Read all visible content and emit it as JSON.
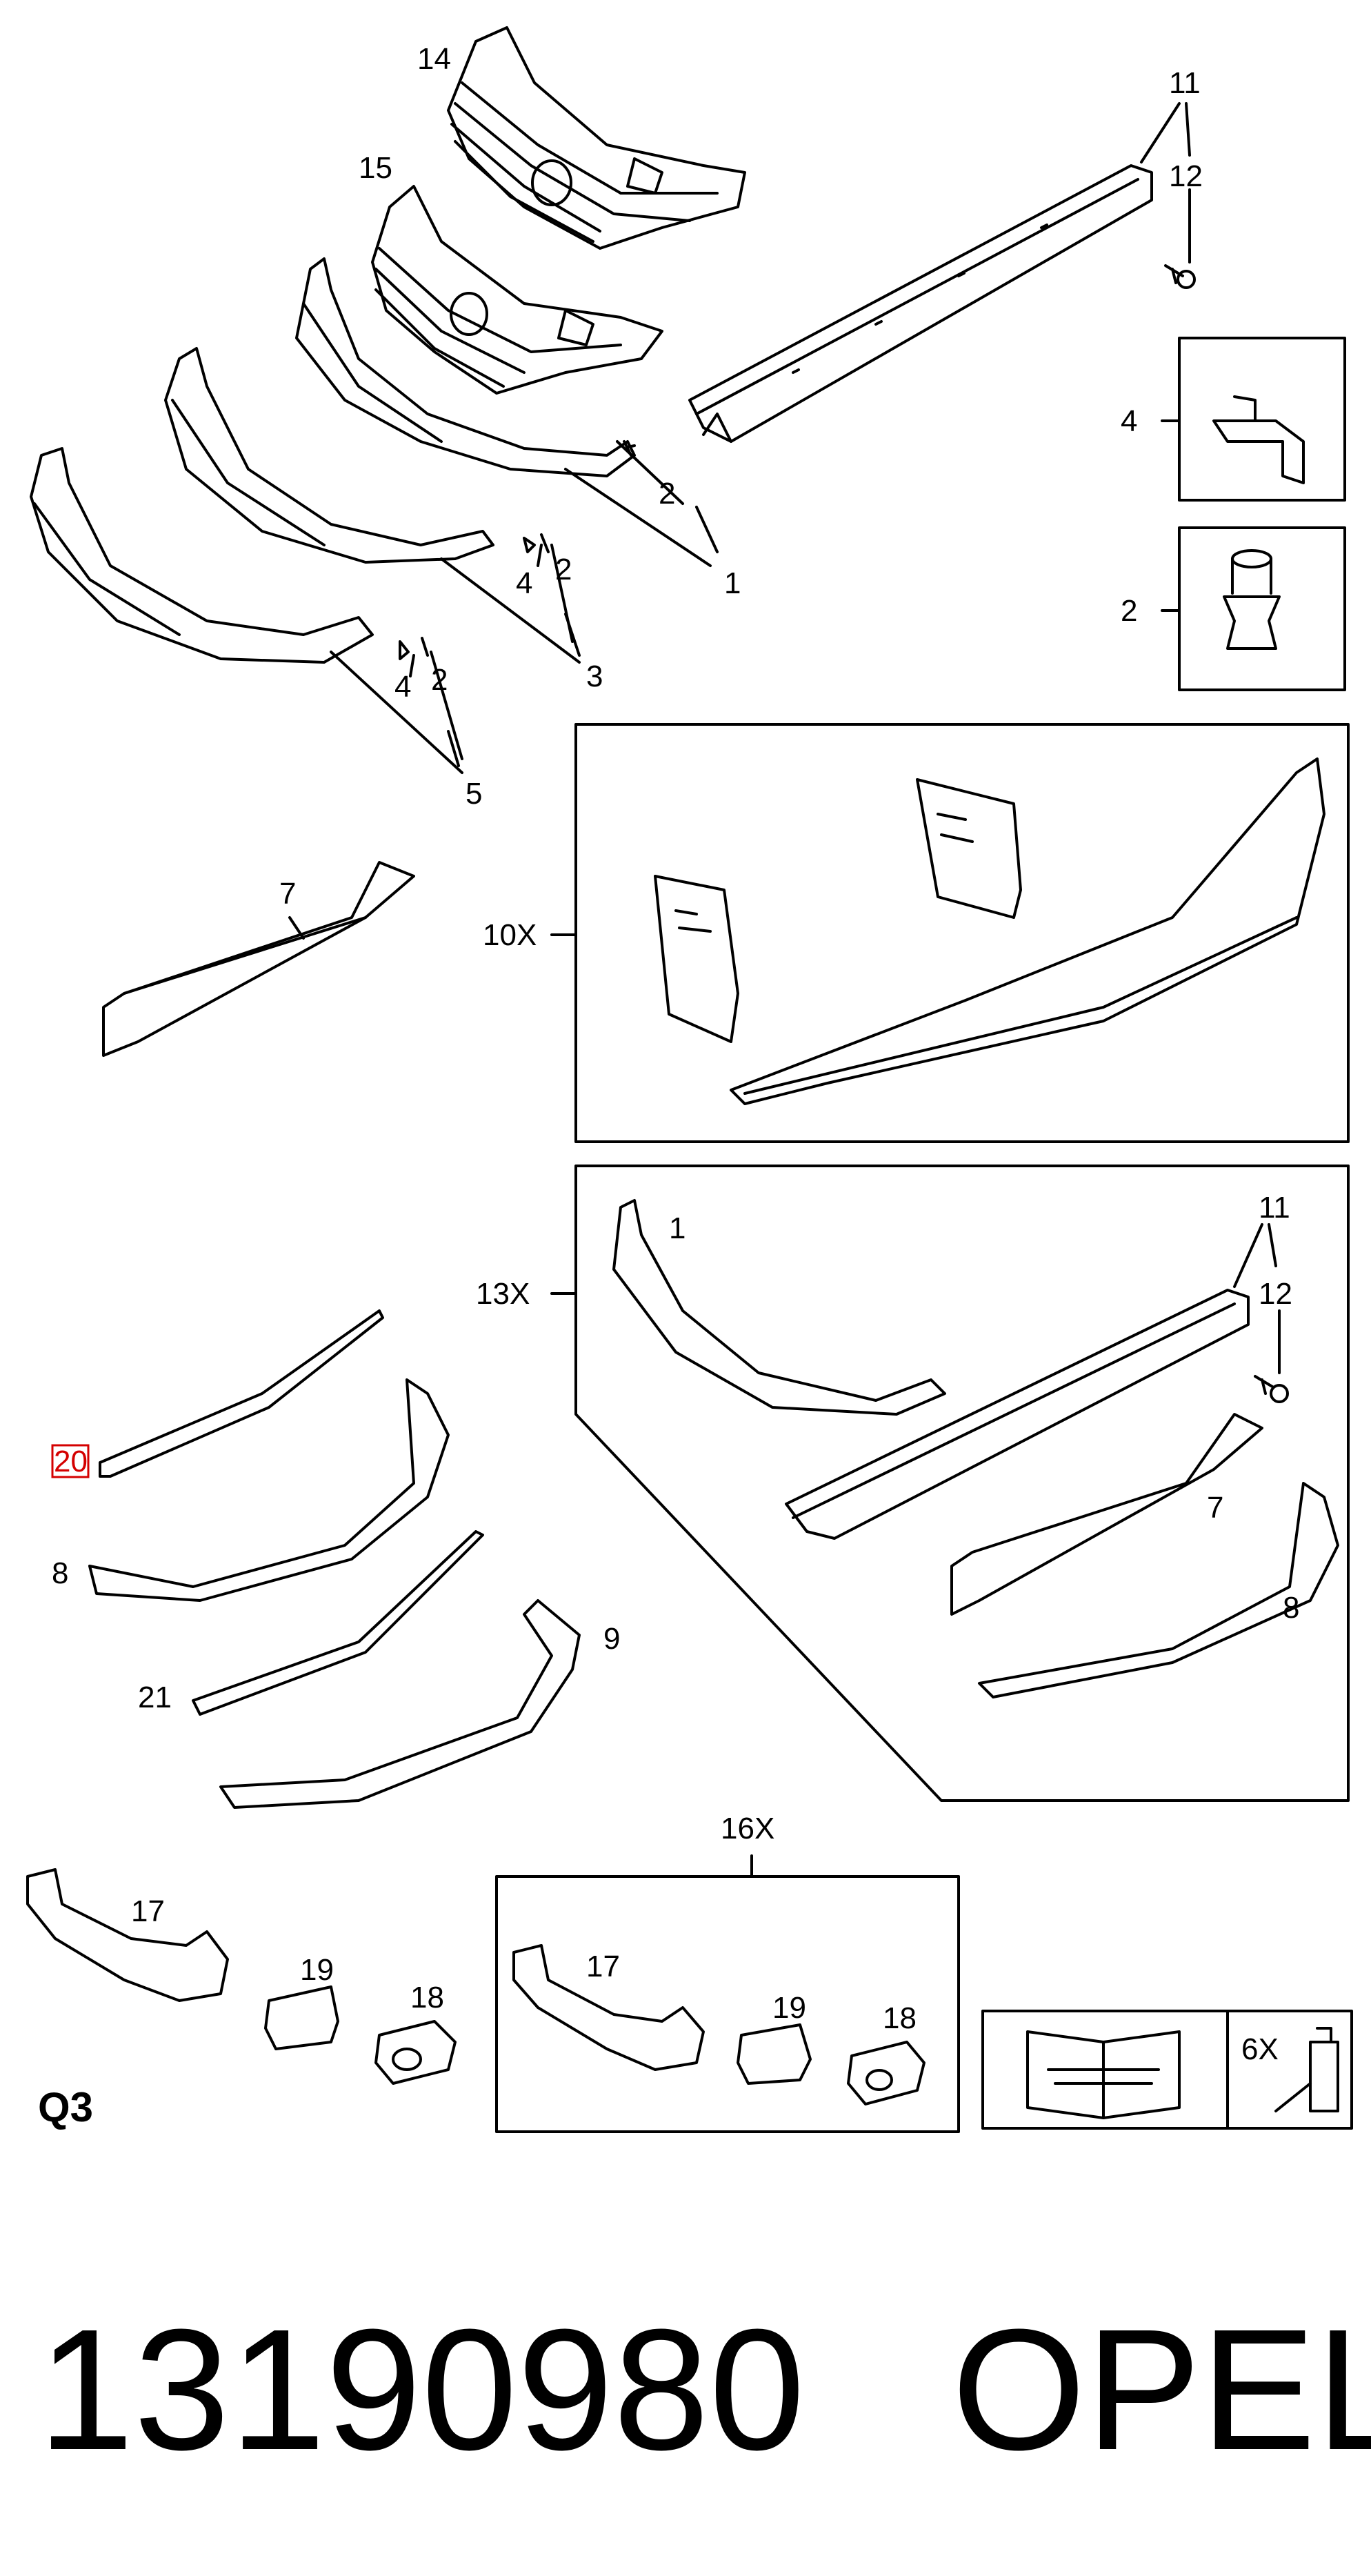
{
  "callouts": {
    "c14": "14",
    "c15": "15",
    "c11": "11",
    "c12": "12",
    "c4a": "4",
    "c2a": "2",
    "c2_1": "2",
    "c1": "1",
    "c4_3": "4",
    "c2_3": "2",
    "c3": "3",
    "c4_5": "4",
    "c2_5": "2",
    "c5": "5",
    "c7": "7",
    "c10x": "10X",
    "c13x": "13X",
    "c1b": "1",
    "c11b": "11",
    "c12b": "12",
    "c7b": "7",
    "c8b": "8",
    "c20": "20",
    "c8": "8",
    "c21": "21",
    "c9": "9",
    "c16x": "16X",
    "c17": "17",
    "c19": "19",
    "c18": "18",
    "c17b": "17",
    "c19b": "19",
    "c18b": "18",
    "c6x": "6X"
  },
  "section_label": "Q3",
  "part_number": "13190980",
  "brand": "OPEL",
  "colors": {
    "line": "#000000",
    "highlight": "#d40000",
    "background": "#ffffff"
  }
}
